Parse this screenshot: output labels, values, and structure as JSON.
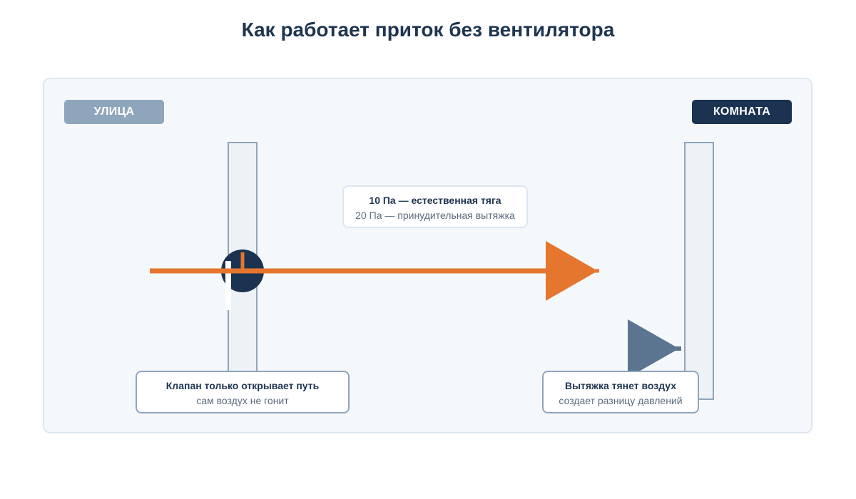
{
  "title": "Как работает приток без вентилятора",
  "labels": {
    "street": "УЛИЦА",
    "room": "КОМНАТА"
  },
  "pressure_note": {
    "line1": "10 Па — естественная тяга",
    "line2": "20 Па — принудительная вытяжка"
  },
  "valve_note": {
    "line1": "Клапан только открывает путь",
    "line2": "сам воздух не гонит"
  },
  "extract_note": {
    "line1": "Вытяжка тянет воздух",
    "line2": "создает разницу давлений"
  },
  "colors": {
    "airflow": "#e5762e",
    "valve": "#1b3250",
    "extract_arrow": "#5b7490",
    "wall_fill": "#edf2f7",
    "wall_stroke": "#8fa5bc",
    "street_tag": "#8fa5bc",
    "room_tag": "#1b3250"
  },
  "icons": [
    "valve-icon",
    "airflow-arrow-icon",
    "extract-arrow-icon"
  ]
}
